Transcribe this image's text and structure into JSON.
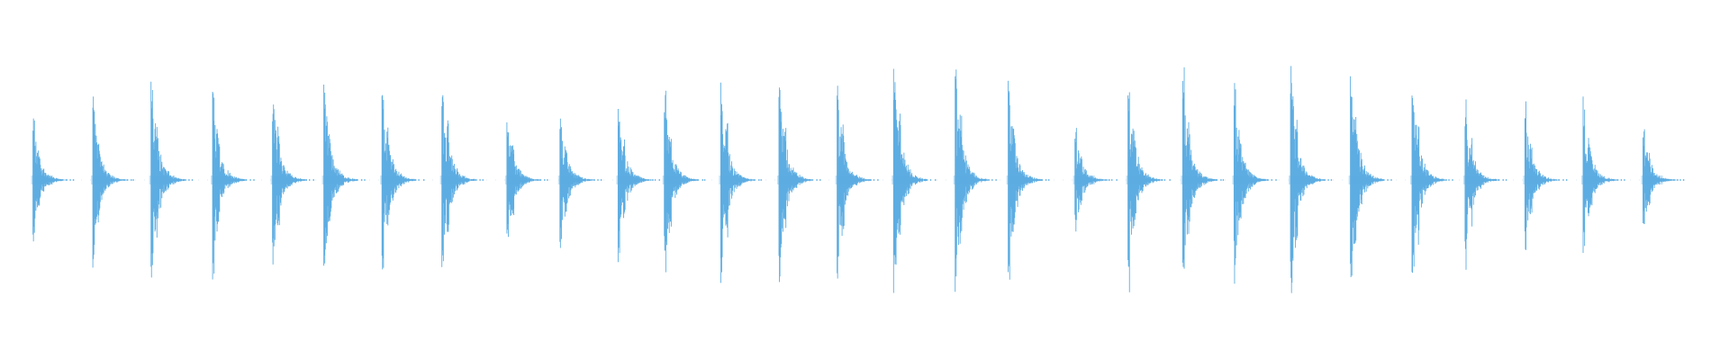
{
  "waveform": {
    "color": "#5dade2",
    "amplitude_max": 1.0,
    "bursts": [
      {
        "t": 0.014,
        "amp": 0.5,
        "asym": 0.05
      },
      {
        "t": 0.049,
        "amp": 0.68,
        "asym": 0.0
      },
      {
        "t": 0.083,
        "amp": 0.9,
        "asym": 0.0
      },
      {
        "t": 0.119,
        "amp": 0.8,
        "asym": 0.0
      },
      {
        "t": 0.154,
        "amp": 0.76,
        "asym": 0.0
      },
      {
        "t": 0.184,
        "amp": 0.8,
        "asym": 0.0
      },
      {
        "t": 0.218,
        "amp": 0.84,
        "asym": 0.0
      },
      {
        "t": 0.253,
        "amp": 0.87,
        "asym": 0.0
      },
      {
        "t": 0.291,
        "amp": 0.56,
        "asym": 0.0
      },
      {
        "t": 0.322,
        "amp": 0.58,
        "asym": 0.0
      },
      {
        "t": 0.356,
        "amp": 0.64,
        "asym": 0.0
      },
      {
        "t": 0.383,
        "amp": 0.74,
        "asym": 0.0
      },
      {
        "t": 0.416,
        "amp": 0.82,
        "asym": 0.0
      },
      {
        "t": 0.45,
        "amp": 0.86,
        "asym": 0.0
      },
      {
        "t": 0.484,
        "amp": 0.8,
        "asym": 0.0
      },
      {
        "t": 0.517,
        "amp": 0.94,
        "asym": 0.0
      },
      {
        "t": 0.553,
        "amp": 0.93,
        "asym": 0.0
      },
      {
        "t": 0.584,
        "amp": 0.85,
        "asym": 0.0
      },
      {
        "t": 0.623,
        "amp": 0.42,
        "asym": 0.0
      },
      {
        "t": 0.654,
        "amp": 0.88,
        "asym": 0.0
      },
      {
        "t": 0.686,
        "amp": 0.87,
        "asym": 0.0
      },
      {
        "t": 0.716,
        "amp": 0.82,
        "asym": 0.0
      },
      {
        "t": 0.749,
        "amp": 0.96,
        "asym": 0.0
      },
      {
        "t": 0.784,
        "amp": 1.0,
        "asym": 0.0
      },
      {
        "t": 0.82,
        "amp": 0.88,
        "asym": 0.0
      },
      {
        "t": 0.851,
        "amp": 0.68,
        "asym": 0.0
      },
      {
        "t": 0.886,
        "amp": 0.6,
        "asym": 0.0
      },
      {
        "t": 0.92,
        "amp": 0.7,
        "asym": 0.0
      },
      {
        "t": 0.955,
        "amp": 0.42,
        "asym": 0.0
      }
    ]
  }
}
